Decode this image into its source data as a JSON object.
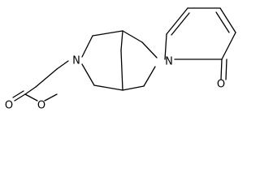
{
  "molecule": {
    "atoms": {
      "n_amine": "N",
      "n_pyridone": "N",
      "o_carbonyl": "O",
      "o_ester_carbonyl": "O",
      "o_ester_ether": "O"
    },
    "colors": {
      "bond": "#000000",
      "label": "#000000",
      "background": "#ffffff"
    }
  }
}
